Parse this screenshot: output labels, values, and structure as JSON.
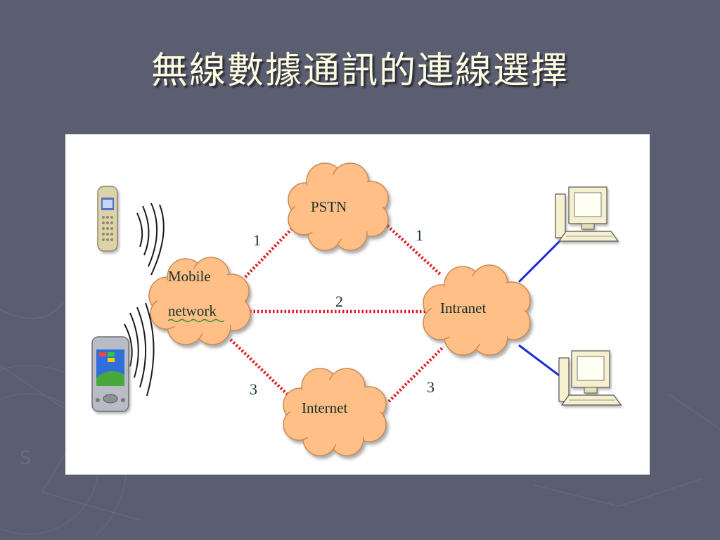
{
  "slide": {
    "title": "無線數據通訊的連線選擇"
  },
  "diagram": {
    "nodes": {
      "mobile_network_line1": "Mobile",
      "mobile_network_line2": "network",
      "pstn": "PSTN",
      "internet": "Internet",
      "intranet": "Intranet"
    },
    "routes": {
      "mobile_to_pstn": "1",
      "pstn_to_intranet": "1",
      "mobile_to_intranet": "2",
      "mobile_to_internet": "3",
      "internet_to_intranet": "3"
    },
    "icons": [
      "mobile-phone-icon",
      "pda-icon",
      "wireless-signal-icon",
      "desktop-computer-icon"
    ]
  },
  "colors": {
    "background": "#5b5e71",
    "title": "#fffde0",
    "cloud_fill": "#ffbf87",
    "cloud_stroke": "#c98a55",
    "route_dotted": "#e0161e",
    "lan_link": "#1a2bd6"
  }
}
